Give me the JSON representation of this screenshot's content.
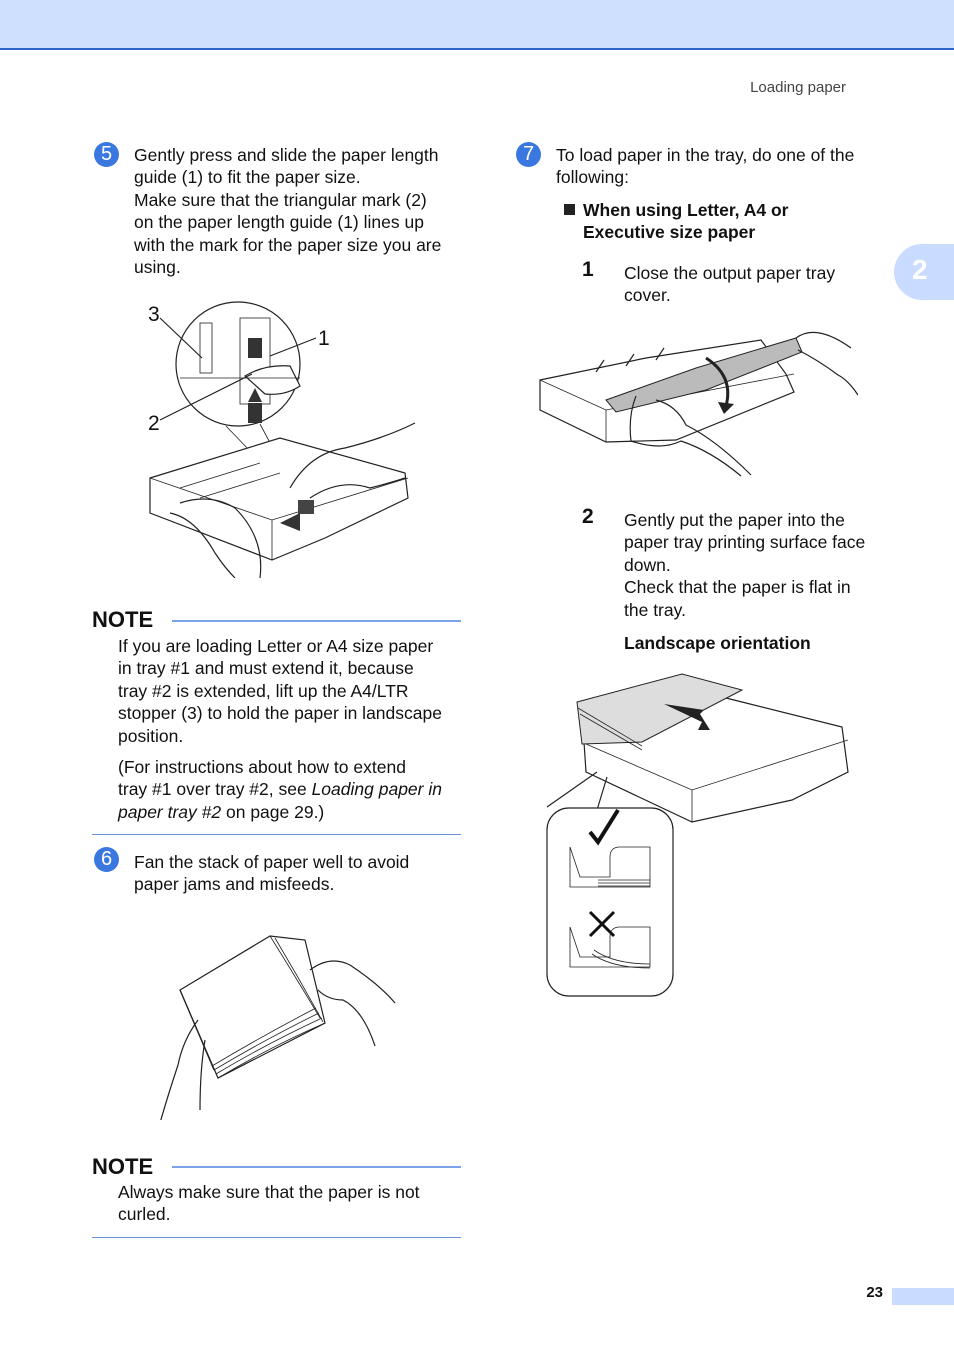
{
  "header": {
    "running_title": "Loading paper",
    "chapter_tab": "2"
  },
  "step5": {
    "number": "5",
    "lines": [
      "Gently press and slide the paper length",
      "guide (1) to fit the paper size.",
      "Make sure that the triangular mark (2)",
      "on the paper length guide (1) lines up",
      "with the mark for the paper size you are",
      "using."
    ],
    "callouts": [
      "1",
      "2",
      "3"
    ]
  },
  "note1": {
    "heading": "NOTE",
    "para1_lines": [
      "If you are loading Letter or A4 size paper",
      "in tray #1 and must extend it, because",
      "tray #2 is extended, lift up the A4/LTR",
      "stopper (3) to hold the paper in landscape",
      "position."
    ],
    "para2_line1": "(For instructions about how to extend",
    "para2_line2_plain": "tray #1 over tray #2, see ",
    "para2_line2_italic": "Loading paper in",
    "para2_line3_italic": "paper tray #2",
    "para2_line3_plain": " on page 29.)"
  },
  "step6": {
    "number": "6",
    "lines": [
      "Fan the stack of paper well to avoid",
      "paper jams and misfeeds."
    ]
  },
  "note2": {
    "heading": "NOTE",
    "lines": [
      "Always make sure that the paper is not",
      "curled."
    ]
  },
  "step7": {
    "number": "7",
    "lines": [
      "To load paper in the tray, do one of the",
      "following:"
    ],
    "bullet_lines": [
      "When using Letter, A4 or",
      "Executive size paper"
    ],
    "sub1": {
      "number": "1",
      "lines": [
        "Close the output paper tray",
        "cover."
      ]
    },
    "sub2": {
      "number": "2",
      "lines": [
        "Gently put the paper into the",
        "paper tray printing surface face",
        "down.",
        "Check that the paper is flat in",
        "the tray."
      ],
      "subheading": "Landscape orientation"
    }
  },
  "footer": {
    "page_number": "23"
  },
  "colors": {
    "accent": "#3a78e0",
    "band": "#cfe0ff",
    "rule": "#7aa3ea"
  }
}
